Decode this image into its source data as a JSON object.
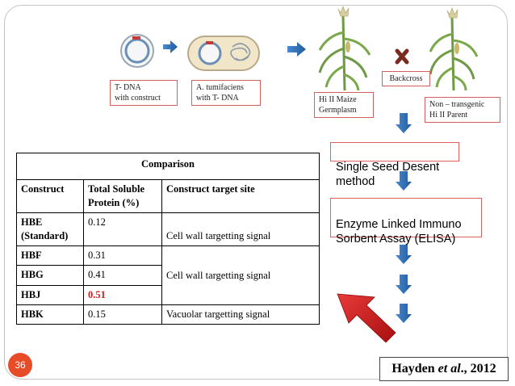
{
  "labels": {
    "t_dna": "T- DNA\nwith construct",
    "a_tumefaciens": "A. tumifaciens\nwith T- DNA",
    "hi_ii_maize": "Hi II Maize\nGermplasm",
    "backcross": "Backcross",
    "non_transgenic": "Non – transgenic\nHi II Parent"
  },
  "steps": {
    "ssd": "Single Seed Desent\nmethod",
    "elisa": "Enzyme Linked Immuno\nSorbent Assay (ELISA)"
  },
  "table": {
    "title": "Comparison",
    "headers": [
      "Construct",
      "Total Soluble\nProtein (%)",
      "Construct target site"
    ],
    "rows": [
      {
        "construct": "HBE\n(Standard)",
        "protein": "0.12",
        "site": "Cell wall targetting signal"
      },
      {
        "construct": "HBF",
        "protein": "0.31"
      },
      {
        "construct": "HBG",
        "protein": "0.41",
        "site": "Cell wall targetting signal"
      },
      {
        "construct": "HBJ",
        "protein": "0.51"
      },
      {
        "construct": "HBK",
        "protein": "0.15",
        "site": "Vacuolar targetting signal"
      }
    ],
    "highlight_color": "#e01818"
  },
  "page_number": "36",
  "citation": {
    "author": "Hayden ",
    "etal": "et al",
    "rest": "., 2012"
  },
  "colors": {
    "arrow_blue": "#2f6fb6",
    "big_arrow_red": "#c81818",
    "cross": "#7a2b20",
    "page_badge": "#e74c28"
  }
}
